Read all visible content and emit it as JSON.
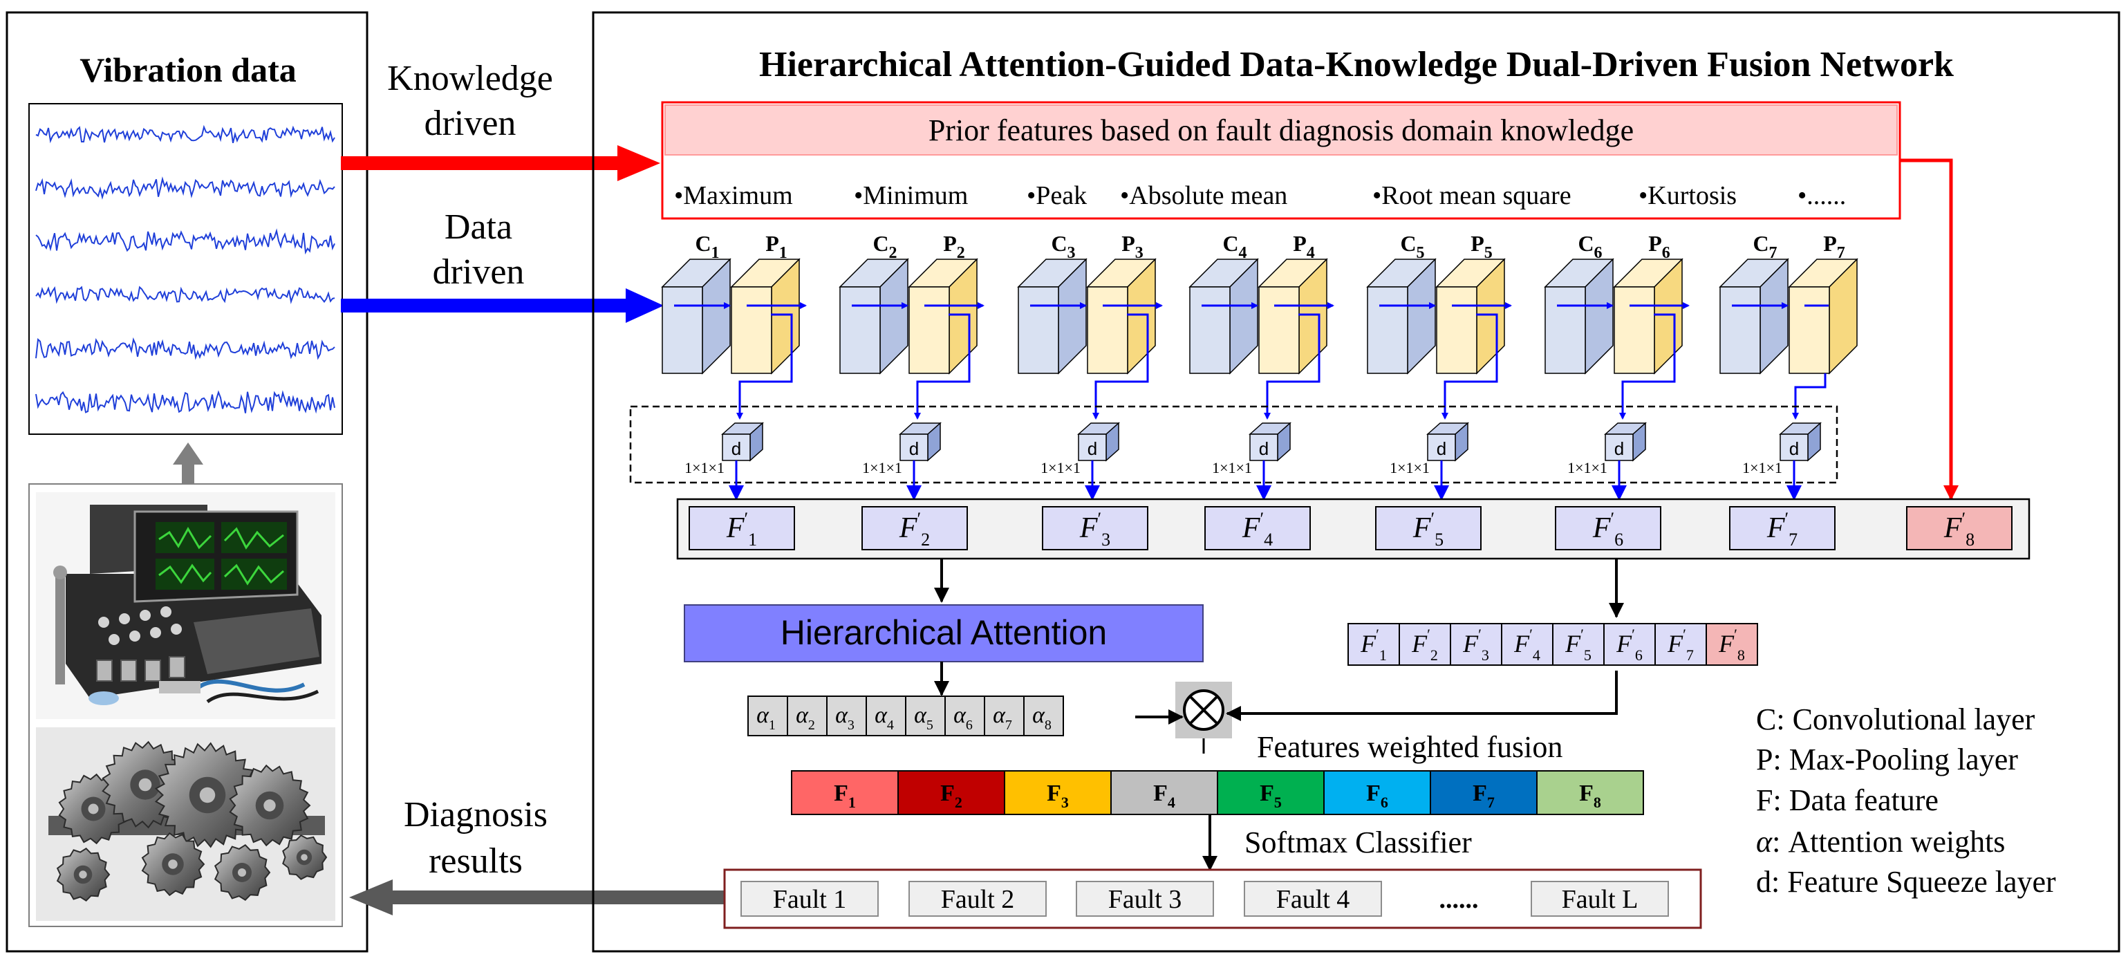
{
  "left_panel": {
    "title": "Vibration data"
  },
  "flow_labels": {
    "knowledge_driven": [
      "Knowledge",
      "driven"
    ],
    "data_driven": [
      "Data",
      "driven"
    ],
    "diagnosis_results": [
      "Diagnosis",
      "results"
    ]
  },
  "network": {
    "title": "Hierarchical Attention-Guided Data-Knowledge Dual-Driven Fusion Network",
    "prior_box": {
      "title": "Prior features based on fault diagnosis domain knowledge",
      "items": [
        "Maximum",
        "Minimum",
        "Peak",
        "Absolute mean",
        "Root mean square",
        "Kurtosis",
        "......"
      ]
    },
    "conv_blocks": [
      {
        "conv": "C",
        "pool": "P",
        "index": "1"
      },
      {
        "conv": "C",
        "pool": "P",
        "index": "2"
      },
      {
        "conv": "C",
        "pool": "P",
        "index": "3"
      },
      {
        "conv": "C",
        "pool": "P",
        "index": "4"
      },
      {
        "conv": "C",
        "pool": "P",
        "index": "5"
      },
      {
        "conv": "C",
        "pool": "P",
        "index": "6"
      },
      {
        "conv": "C",
        "pool": "P",
        "index": "7"
      }
    ],
    "squeeze": {
      "label": "d",
      "kernel": "1×1×1"
    },
    "features": [
      {
        "name": "F",
        "index": "1"
      },
      {
        "name": "F",
        "index": "2"
      },
      {
        "name": "F",
        "index": "3"
      },
      {
        "name": "F",
        "index": "4"
      },
      {
        "name": "F",
        "index": "5"
      },
      {
        "name": "F",
        "index": "6"
      },
      {
        "name": "F",
        "index": "7"
      },
      {
        "name": "F",
        "index": "8"
      }
    ],
    "hierarchical_attention": "Hierarchical Attention",
    "alphas": [
      "1",
      "2",
      "3",
      "4",
      "5",
      "6",
      "7",
      "8"
    ],
    "alpha_symbol": "α",
    "weighted_fusion_label": "Features weighted fusion",
    "fused": [
      {
        "name": "F",
        "index": "1",
        "color": "#ff6666"
      },
      {
        "name": "F",
        "index": "2",
        "color": "#c00000"
      },
      {
        "name": "F",
        "index": "3",
        "color": "#ffc000"
      },
      {
        "name": "F",
        "index": "4",
        "color": "#bfbfbf"
      },
      {
        "name": "F",
        "index": "5",
        "color": "#00b050"
      },
      {
        "name": "F",
        "index": "6",
        "color": "#00b0f0"
      },
      {
        "name": "F",
        "index": "7",
        "color": "#0070c0"
      },
      {
        "name": "F",
        "index": "8",
        "color": "#a9d18e"
      }
    ],
    "softmax_label": "Softmax Classifier",
    "faults": [
      "Fault 1",
      "Fault 2",
      "Fault 3",
      "Fault 4",
      "......",
      "Fault L"
    ]
  },
  "legend": [
    {
      "sym": "C",
      "text": ": Convolutional layer"
    },
    {
      "sym": "P",
      "text": ": Max-Pooling layer"
    },
    {
      "sym": "F",
      "text": ": Data feature"
    },
    {
      "sym": "α",
      "text": ": Attention weights"
    },
    {
      "sym": "d",
      "text": ": Feature Squeeze layer"
    }
  ],
  "colors": {
    "knowledge_arrow": "#ff0000",
    "data_arrow": "#0000ff",
    "conv_fill": "#d9e1f2",
    "pool_fill": "#fff2cc",
    "feature_fill": "#dcdcf8",
    "prior_feature_fill": "#f4b6b6",
    "attention_fill": "#8080ff",
    "prior_box_fill": "#ffd1d1",
    "fault_border": "#7f1f1f"
  }
}
